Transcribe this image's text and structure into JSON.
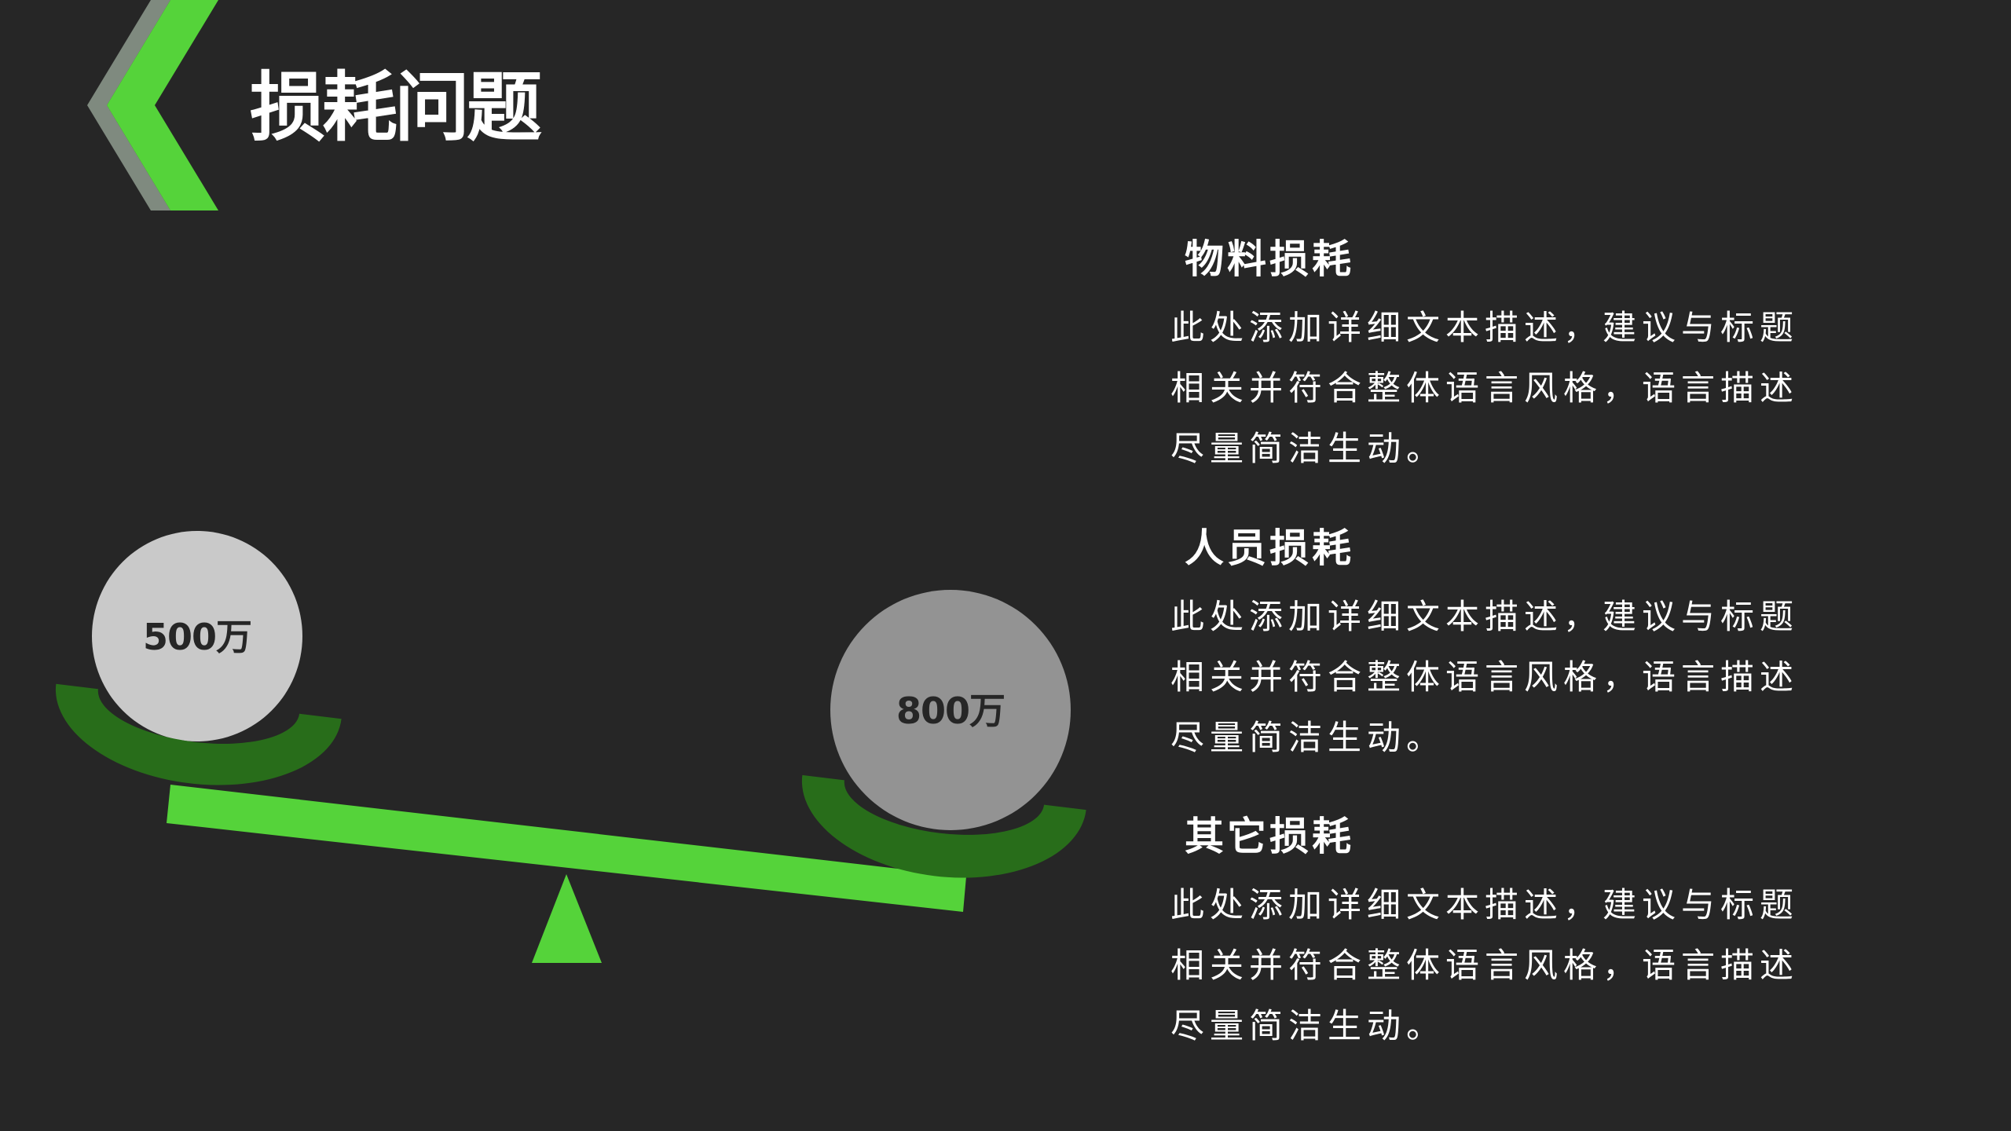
{
  "slide": {
    "title": "损耗问题",
    "colors": {
      "background": "#262626",
      "accent_green": "#55d33a",
      "dark_green": "#286d1a",
      "chevron_grey": "#7f8a7f",
      "weight_light": "#c9c9c9",
      "weight_dark": "#939393",
      "text": "#ffffff"
    }
  },
  "balance": {
    "left_weight": {
      "label": "500万"
    },
    "right_weight": {
      "label": "800万"
    }
  },
  "sections": [
    {
      "title": "物料损耗",
      "lines": [
        "此处添加详细文本描述，建议与标题",
        "相关并符合整体语言风格，语言描述",
        "尽量简洁生动。"
      ]
    },
    {
      "title": "人员损耗",
      "lines": [
        "此处添加详细文本描述，建议与标题",
        "相关并符合整体语言风格，语言描述",
        "尽量简洁生动。"
      ]
    },
    {
      "title": "其它损耗",
      "lines": [
        "此处添加详细文本描述，建议与标题",
        "相关并符合整体语言风格，语言描述",
        "尽量简洁生动。"
      ]
    }
  ]
}
